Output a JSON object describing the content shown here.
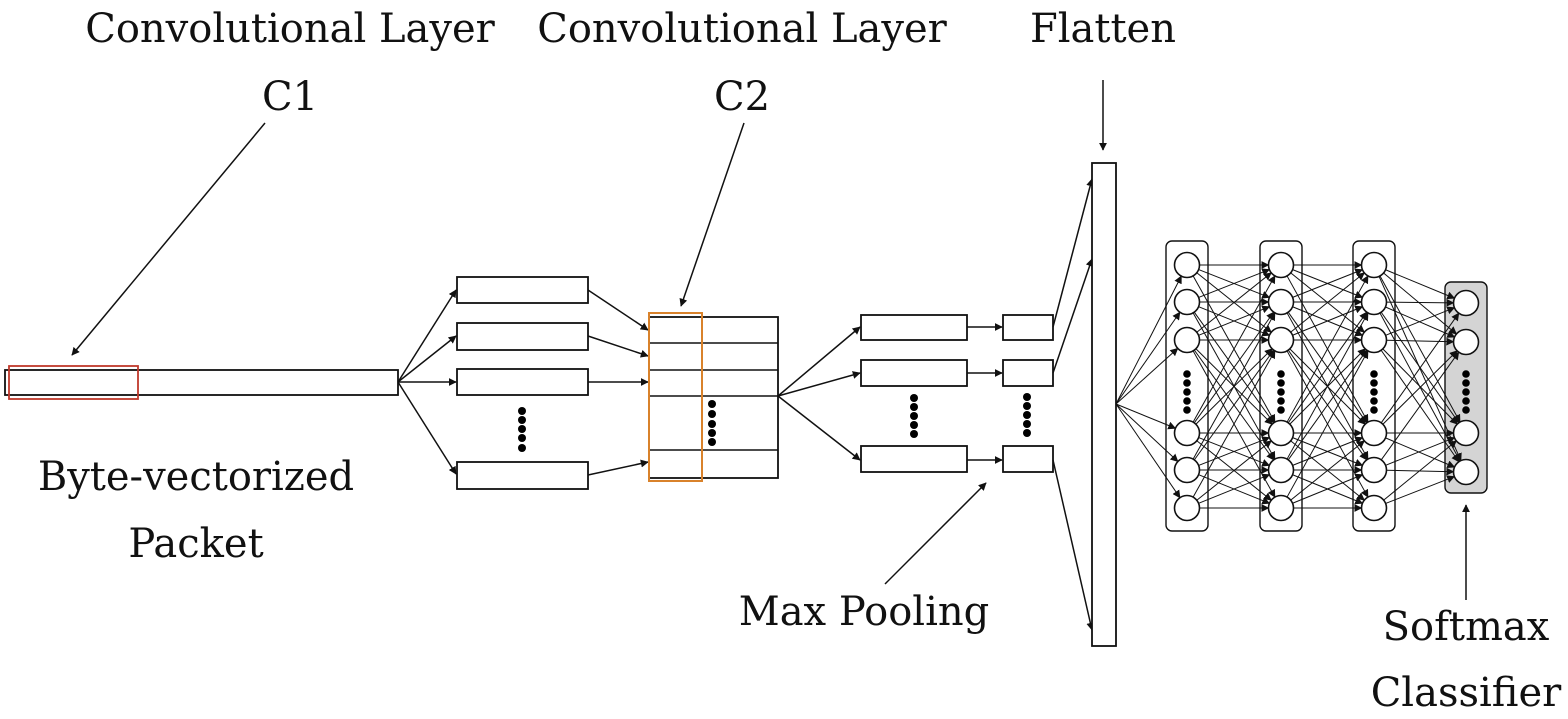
{
  "labels": {
    "conv1_title": "Convolutional Layer",
    "conv1_name": "C1",
    "conv2_title": "Convolutional Layer",
    "conv2_name": "C2",
    "flatten": "Flatten",
    "input_line1": "Byte-vectorized",
    "input_line2": "Packet",
    "max_pooling": "Max Pooling",
    "softmax_line1": "Softmax",
    "softmax_line2": "Classifier"
  },
  "colors": {
    "c1_highlight": "#c0392b",
    "c2_highlight": "#d9822b",
    "softmax_fill": "#d4d4d4"
  }
}
